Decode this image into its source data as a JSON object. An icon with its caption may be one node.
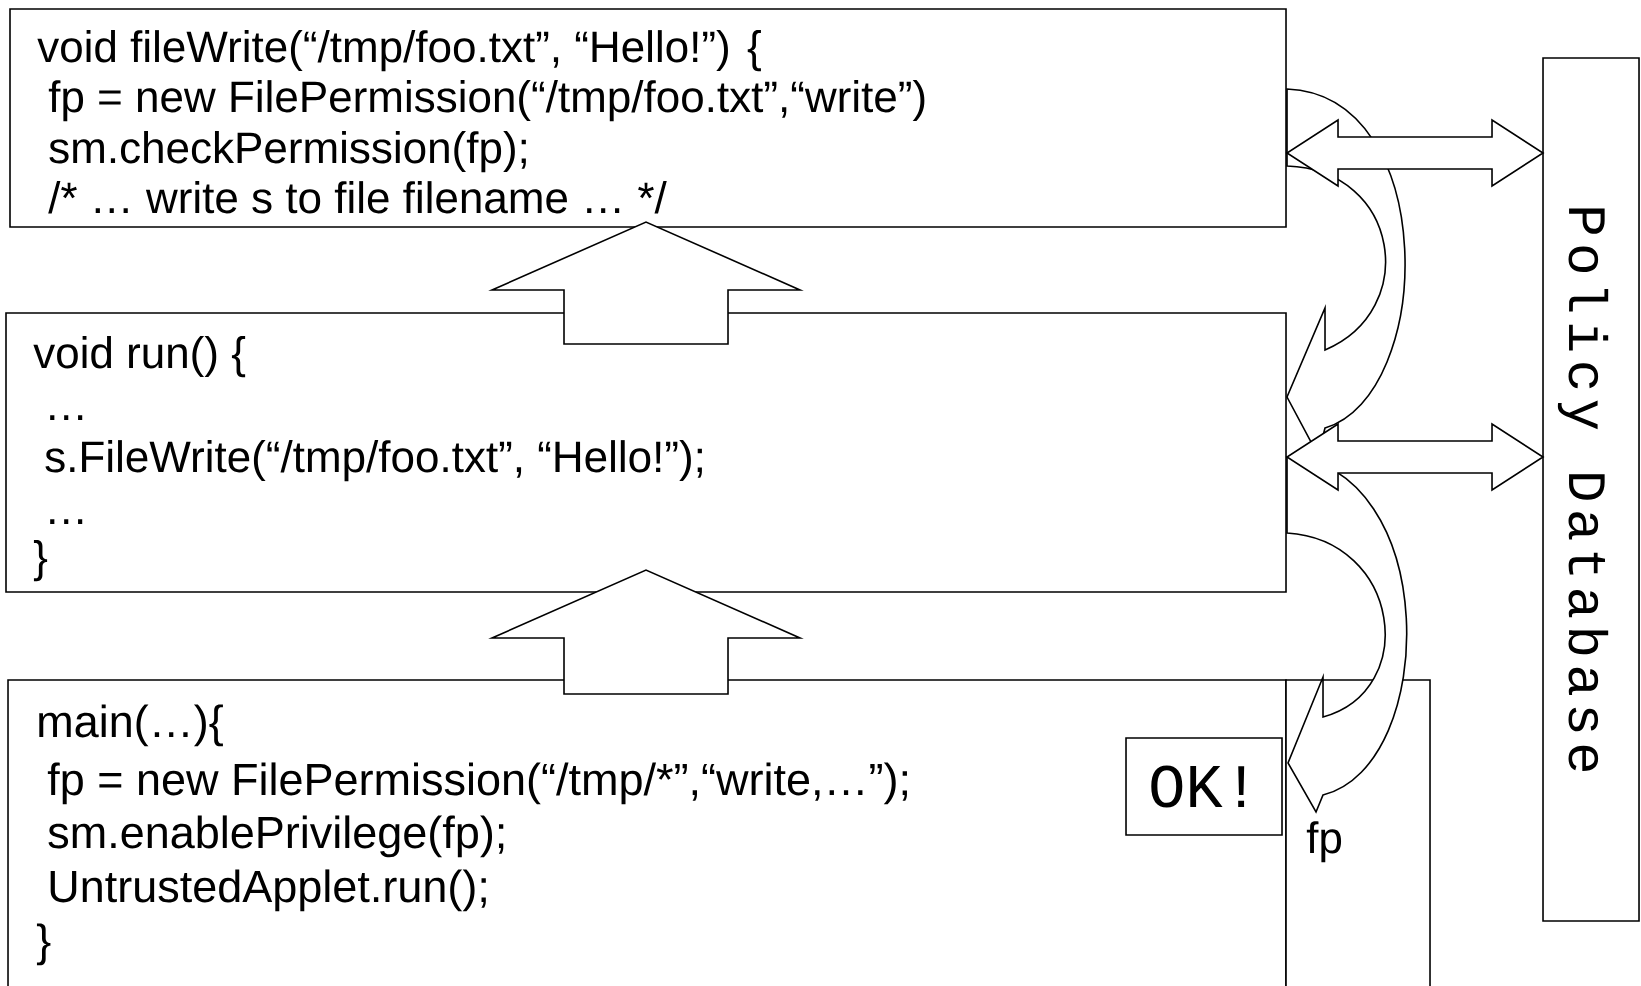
{
  "diagram": {
    "nodes": [
      {
        "text": [
          "void fileWrite(“/tmp/foo.txt”, “Hello!”) {",
          "fp = new FilePermission(“/tmp/foo.txt”,“write”)",
          "sm.checkPermission(fp);",
          "/* … write s to file filename … */"
        ]
      },
      {
        "text": [
          "void run() {",
          "…",
          "s.FileWrite(“/tmp/foo.txt”, “Hello!”);",
          "…",
          "}"
        ]
      },
      {
        "text": [
          "main(…){",
          "fp = new FilePermission(“/tmp/*”,“write,…”);",
          "sm.enablePrivilege(fp);",
          "UntrustedApplet.run();",
          "}"
        ]
      },
      {
        "text": [
          "fp"
        ]
      },
      {
        "text": [
          "OK!"
        ],
        "in": 2
      },
      {
        "text": [
          "Policy Database"
        ]
      }
    ],
    "edges": [
      {
        "from": 2,
        "to": 1,
        "arrow": "to"
      },
      {
        "from": 1,
        "to": 0,
        "arrow": "to"
      },
      {
        "from": 0,
        "to": 5,
        "arrow": "both"
      },
      {
        "from": 1,
        "to": 5,
        "arrow": "both"
      },
      {
        "from": 0,
        "to": 1,
        "arrow": "to"
      },
      {
        "from": 1,
        "to": 4,
        "arrow": "to"
      }
    ]
  }
}
